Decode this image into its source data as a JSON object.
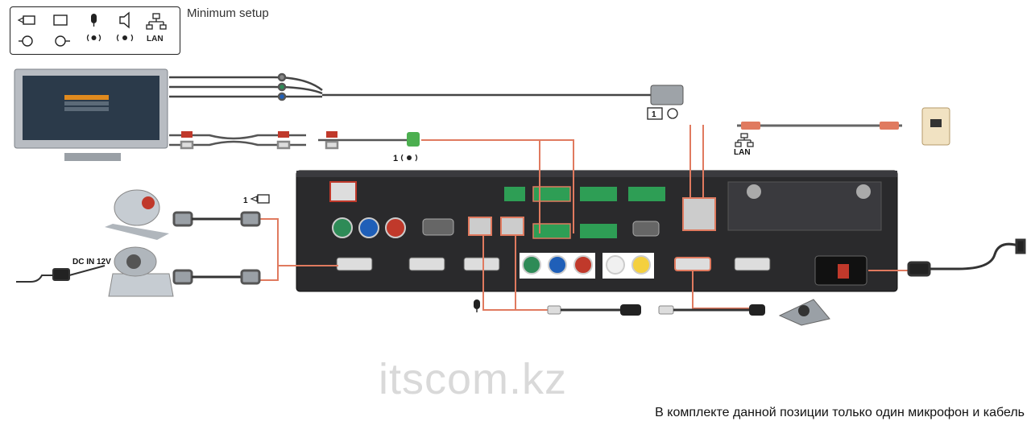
{
  "title": "Minimum setup",
  "legend": {
    "icons": [
      "camera-icon",
      "monitor-icon",
      "microphone-icon",
      "speaker-icon",
      "network-icon"
    ],
    "network_label": "LAN"
  },
  "labels": {
    "camera_input_1": "1",
    "presentation_output_1": "1",
    "audio_output_1": "1",
    "lan_label": "LAN",
    "dc_in": "DC IN 12V"
  },
  "watermark": "itscom.kz",
  "note": "В комплекте данной позиции только один микрофон и кабель",
  "colors": {
    "cable_highlight": "#e07a5f",
    "device_body": "#2a2a2c",
    "component_green": "#2e8b57",
    "component_blue": "#1f5fb8",
    "component_red": "#c0392b"
  }
}
